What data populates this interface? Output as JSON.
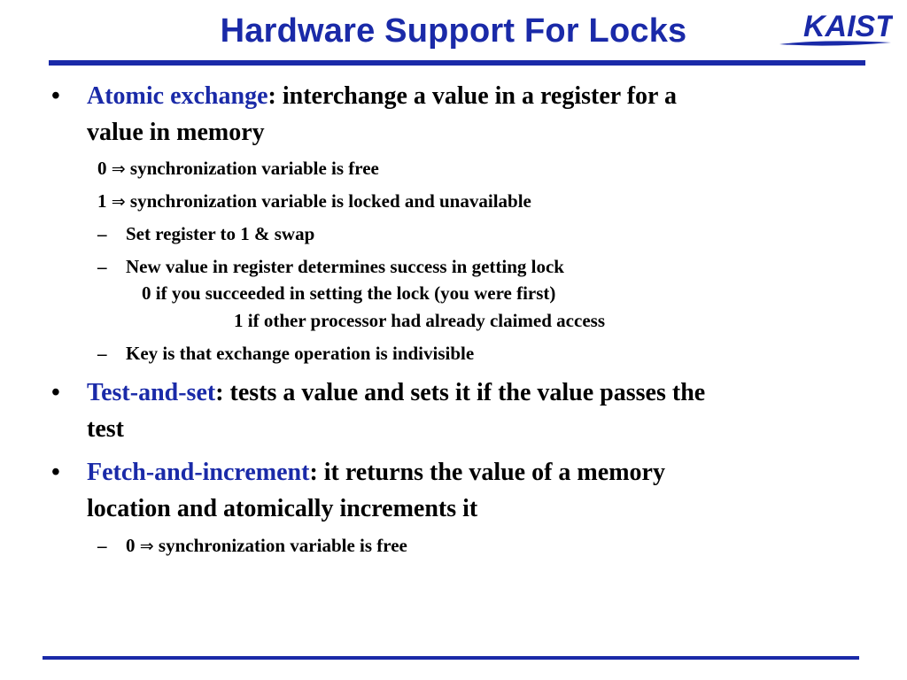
{
  "title": "Hardware Support For Locks",
  "logo_text": "KAIST",
  "colors": {
    "accent": "#1a2aa8",
    "text": "#000000",
    "background": "#ffffff"
  },
  "bullets": [
    {
      "term": "Atomic exchange",
      "desc": ": interchange a value in a register for a",
      "desc_cont": "value in memory"
    },
    {
      "term": "Test-and-set",
      "desc": ": tests a value and sets it if the value passes the",
      "desc_cont": "test"
    },
    {
      "term": "Fetch-and-increment",
      "desc": ": it returns the value of a memory",
      "desc_cont": "location and atomically increments it"
    }
  ],
  "sub": {
    "free_value": "0",
    "free_text": "synchronization variable is free",
    "locked_value": "1",
    "locked_text": "synchronization variable is locked and unavailable",
    "set_swap": "Set register to 1 & swap",
    "new_value": "New value in register determines success in getting lock",
    "succeeded": "0 if you succeeded in setting the lock (you were first)",
    "claimed": "1 if other processor had already claimed access",
    "indivisible": "Key is that exchange operation is indivisible",
    "fetch_value": "0",
    "fetch_text": "synchronization variable is free"
  },
  "symbols": {
    "bullet": "•",
    "dash": "–",
    "implies": "⇒"
  }
}
